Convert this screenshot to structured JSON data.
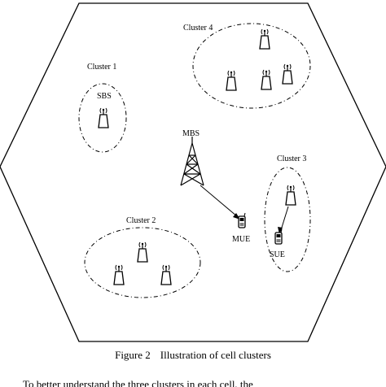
{
  "labels": {
    "cluster1": "Cluster 1",
    "cluster2": "Cluster 2",
    "cluster3": "Cluster 3",
    "cluster4": "Cluster 4",
    "sbs": "SBS",
    "mbs": "MBS",
    "mue": "MUE",
    "sue": "SUE"
  },
  "caption": {
    "number": "Figure 2",
    "title": "Illustration of cell clusters"
  },
  "body_text": "To better understand the three clusters in each cell, the",
  "colors": {
    "stroke": "#000000",
    "background": "#ffffff"
  }
}
